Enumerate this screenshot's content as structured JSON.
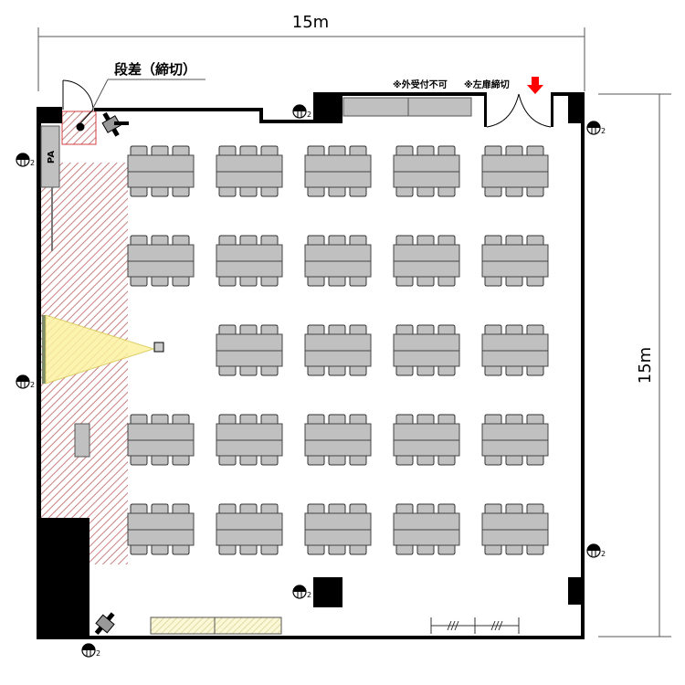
{
  "dimensions": {
    "width_label": "15m",
    "height_label": "15m"
  },
  "annotations": {
    "step_note": "段差（締切）",
    "no_outside_reception": "※外受付不可",
    "left_door_closed": "※左扉締切",
    "pa_label": "PA",
    "outlet_count": "2"
  },
  "colors": {
    "wall": "#000000",
    "table": "#c0c0c0",
    "hatch_red": "#c88080",
    "hatch_yellow": "#e8e0a0",
    "arrow": "#ff0000"
  },
  "seating": {
    "chairs_per_side": 3,
    "grid": [
      [
        1,
        1,
        1,
        1,
        1
      ],
      [
        1,
        1,
        1,
        1,
        1
      ],
      [
        0,
        1,
        1,
        1,
        1
      ],
      [
        1,
        1,
        1,
        1,
        1
      ],
      [
        1,
        1,
        1,
        1,
        1
      ]
    ]
  }
}
